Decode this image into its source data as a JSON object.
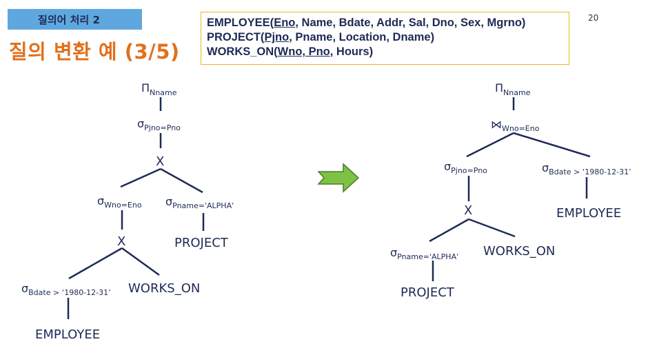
{
  "header": {
    "section_tag": "질의어 처리 2",
    "title": "질의 변환 예 (3/5)",
    "page_number": "20"
  },
  "schema": [
    {
      "parts": [
        {
          "t": "EMPLOYEE(",
          "u": false
        },
        {
          "t": "Eno",
          "u": true
        },
        {
          "t": ", Name, Bdate, Addr, Sal, Dno, Sex, Mgrno)",
          "u": false
        }
      ]
    },
    {
      "parts": [
        {
          "t": "PROJECT(",
          "u": false
        },
        {
          "t": "Pjno",
          "u": true
        },
        {
          "t": ", Pname, Location, Dname)",
          "u": false
        }
      ]
    },
    {
      "parts": [
        {
          "t": "WORKS_ON(",
          "u": false
        },
        {
          "t": "Wno, Pno",
          "u": true
        },
        {
          "t": ", Hours)",
          "u": false
        }
      ]
    }
  ],
  "left_tree": {
    "project_symbol": "Π",
    "project_attr": "Nname",
    "select_symbol": "σ",
    "select_join_cond": "Pjno=Pno",
    "cross_top": "X",
    "select_wno_cond": "Wno=Eno",
    "select_pname_cond": "Pname='ALPHA'",
    "cross_mid": "X",
    "project_rel": "PROJECT",
    "select_bdate_cond": "Bdate > ‘1980-12-31’",
    "works_on_rel": "WORKS_ON",
    "employee_rel": "EMPLOYEE"
  },
  "arrow": {
    "color": "#7dc242",
    "outline": "#4a7a26"
  },
  "right_tree": {
    "project_symbol": "Π",
    "project_attr": "Nname",
    "join_symbol": "⋈",
    "join_cond": "Wno=Eno",
    "select_symbol": "σ",
    "select_pjno_cond": "Pjno=Pno",
    "select_bdate_cond": "Bdate > ‘1980-12-31’",
    "cross": "X",
    "employee_rel": "EMPLOYEE",
    "select_pname_cond": "Pname='ALPHA'",
    "works_on_rel": "WORKS_ON",
    "project_rel": "PROJECT"
  },
  "colors": {
    "accent_title": "#e2701e",
    "tag_bg": "#5fa8df",
    "tree": "#1d2a55",
    "box_border": "#f0b323"
  }
}
